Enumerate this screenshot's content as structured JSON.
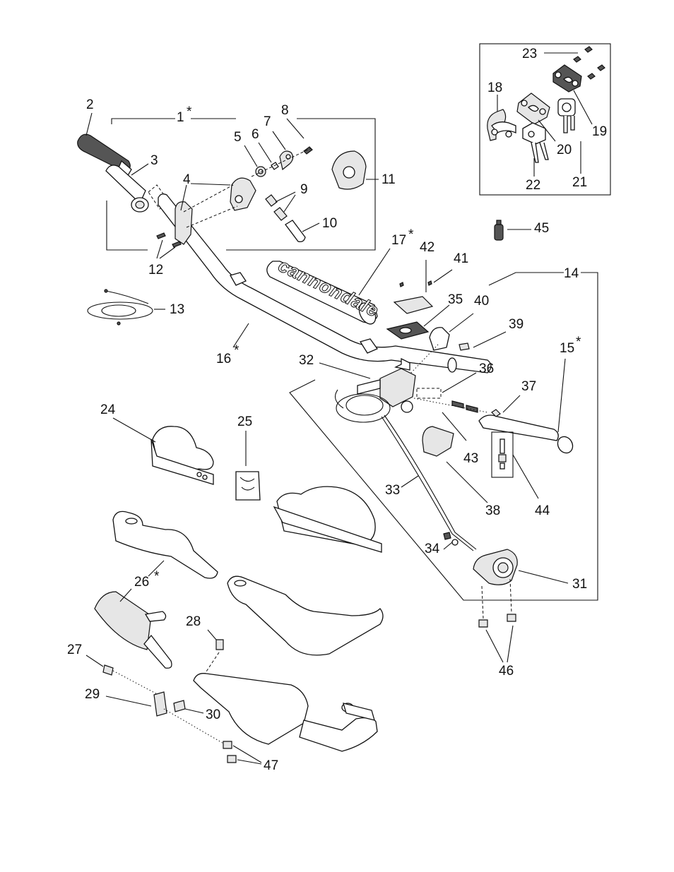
{
  "brand_text": "cannondale",
  "labels": [
    {
      "id": "2",
      "text": "2"
    },
    {
      "id": "1",
      "text": "1",
      "asterisk": "*"
    },
    {
      "id": "8",
      "text": "8"
    },
    {
      "id": "7",
      "text": "7"
    },
    {
      "id": "6",
      "text": "6"
    },
    {
      "id": "5",
      "text": "5"
    },
    {
      "id": "3",
      "text": "3"
    },
    {
      "id": "4",
      "text": "4"
    },
    {
      "id": "9",
      "text": "9"
    },
    {
      "id": "10",
      "text": "10"
    },
    {
      "id": "11",
      "text": "11"
    },
    {
      "id": "12",
      "text": "12"
    },
    {
      "id": "13",
      "text": "13"
    },
    {
      "id": "16",
      "text": "16",
      "asterisk": "*"
    },
    {
      "id": "17",
      "text": "17",
      "asterisk": "*"
    },
    {
      "id": "42",
      "text": "42"
    },
    {
      "id": "41",
      "text": "41"
    },
    {
      "id": "14",
      "text": "14"
    },
    {
      "id": "35",
      "text": "35"
    },
    {
      "id": "40",
      "text": "40"
    },
    {
      "id": "39",
      "text": "39"
    },
    {
      "id": "15",
      "text": "15",
      "asterisk": "*"
    },
    {
      "id": "32",
      "text": "32"
    },
    {
      "id": "36",
      "text": "36"
    },
    {
      "id": "37",
      "text": "37"
    },
    {
      "id": "43",
      "text": "43"
    },
    {
      "id": "44",
      "text": "44"
    },
    {
      "id": "38",
      "text": "38"
    },
    {
      "id": "33",
      "text": "33"
    },
    {
      "id": "34",
      "text": "34"
    },
    {
      "id": "31",
      "text": "31"
    },
    {
      "id": "46",
      "text": "46"
    },
    {
      "id": "45",
      "text": "45"
    },
    {
      "id": "23",
      "text": "23"
    },
    {
      "id": "18",
      "text": "18"
    },
    {
      "id": "19",
      "text": "19"
    },
    {
      "id": "20",
      "text": "20"
    },
    {
      "id": "21",
      "text": "21"
    },
    {
      "id": "22",
      "text": "22"
    },
    {
      "id": "24",
      "text": "24"
    },
    {
      "id": "25",
      "text": "25"
    },
    {
      "id": "26",
      "text": "26",
      "asterisk": "*"
    },
    {
      "id": "27",
      "text": "27"
    },
    {
      "id": "28",
      "text": "28"
    },
    {
      "id": "29",
      "text": "29"
    },
    {
      "id": "30",
      "text": "30"
    },
    {
      "id": "47",
      "text": "47"
    }
  ]
}
